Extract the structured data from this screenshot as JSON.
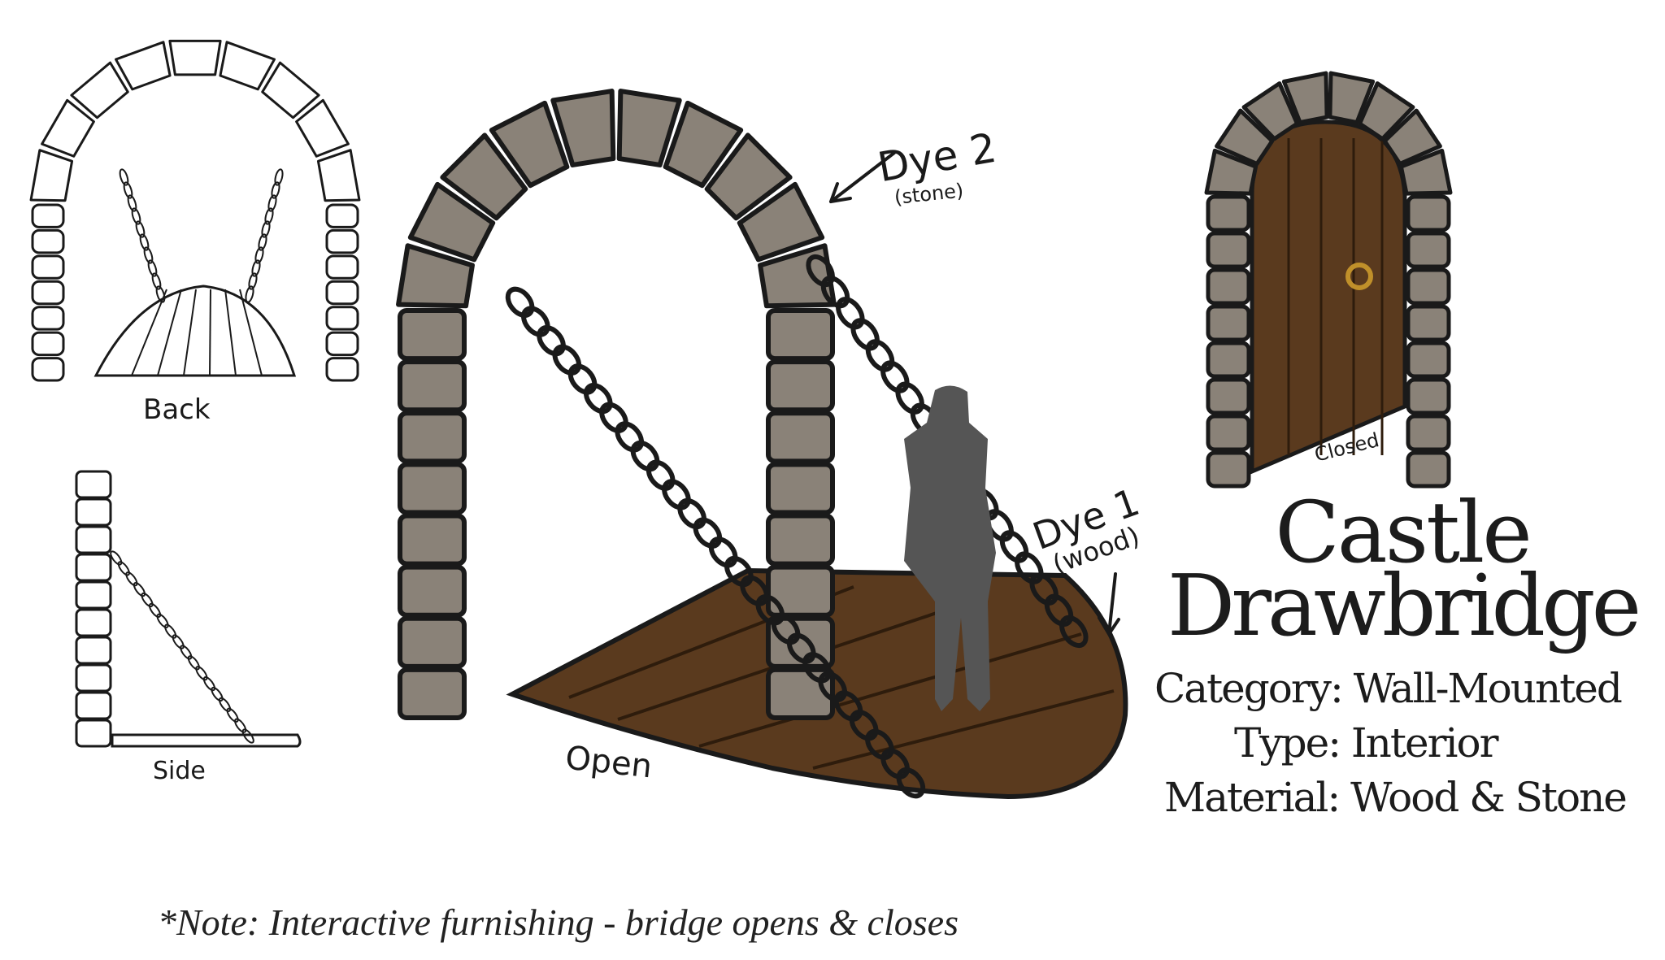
{
  "title": {
    "line1": "Castle",
    "line2": "Drawbridge"
  },
  "details": {
    "category": "Category: Wall-Mounted",
    "type": "Type: Interior",
    "material": "Material: Wood & Stone"
  },
  "note": "*Note: Interactive furnishing - bridge opens & closes",
  "labels": {
    "back": "Back",
    "side": "Side",
    "open": "Open",
    "closed": "Closed",
    "dye2": "Dye 2",
    "dye2_sub": "(stone)",
    "dye1": "Dye 1",
    "dye1_sub": "(wood)"
  },
  "colors": {
    "stone": "#8a8278",
    "stone_dark": "#6e675e",
    "wood": "#5a3a1e",
    "wood_light": "#6b4526",
    "silhouette": "#555555",
    "ink": "#1a1a1a"
  }
}
